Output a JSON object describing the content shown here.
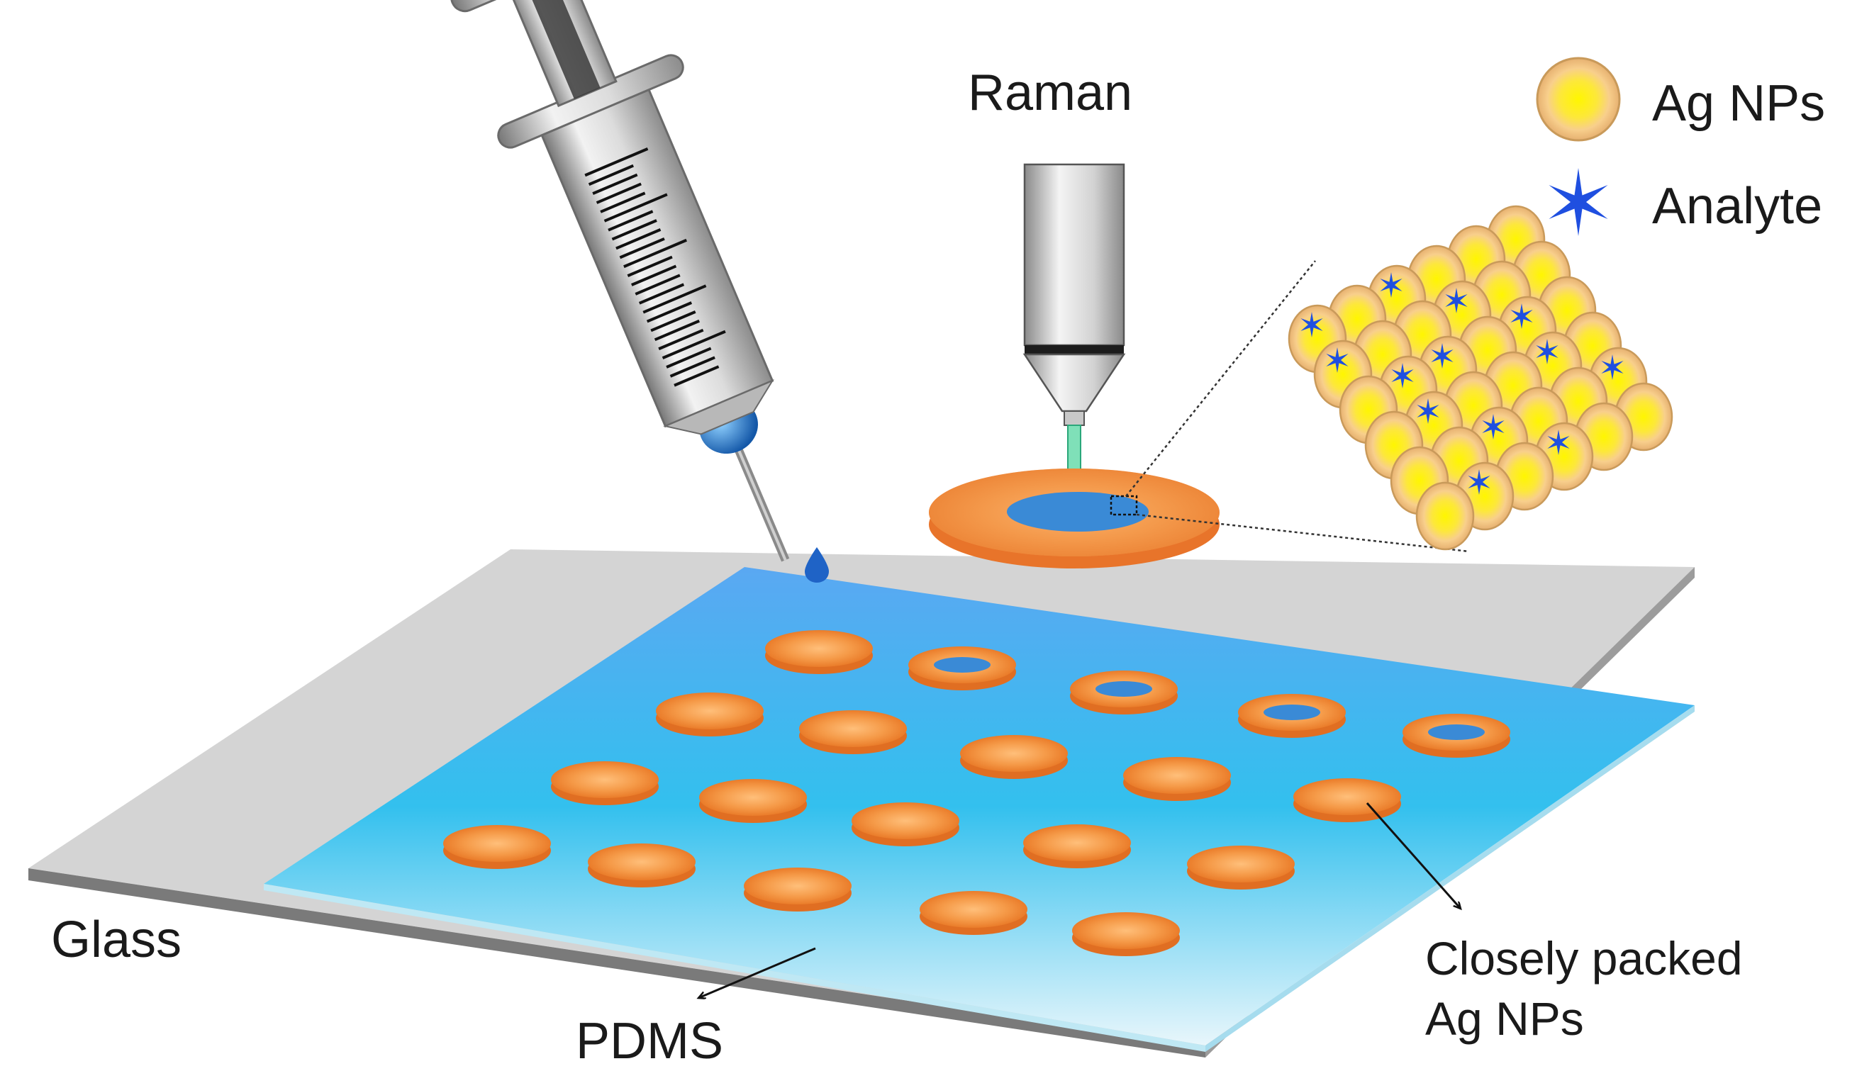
{
  "labels": {
    "raman": "Raman",
    "glass": "Glass",
    "pdms": "PDMS",
    "closely_line1": "Closely packed",
    "closely_line2": "Ag NPs"
  },
  "legend": {
    "ag_nps": "Ag NPs",
    "analyte": "Analyte"
  },
  "colors": {
    "glass": "#d4d4d4",
    "pdms_top": "#6fb4f0",
    "pdms_bottom": "#e6f4fb",
    "disc_orange": "#f08a3c",
    "disc_core": "#ffb36a",
    "spot_blue": "#3a8ad6",
    "np_fill": "#f6c98a",
    "np_core": "#fff200",
    "analyte": "#1f4fe0",
    "syringe_metal": "#9a9a9a",
    "needle_blue": "#1e6ec8"
  },
  "icons": {
    "syringe": "syringe-icon",
    "objective": "raman-objective-icon",
    "droplet": "droplet-icon",
    "nanoparticle": "ag-nanoparticle-icon",
    "analyte": "star-analyte-icon"
  }
}
